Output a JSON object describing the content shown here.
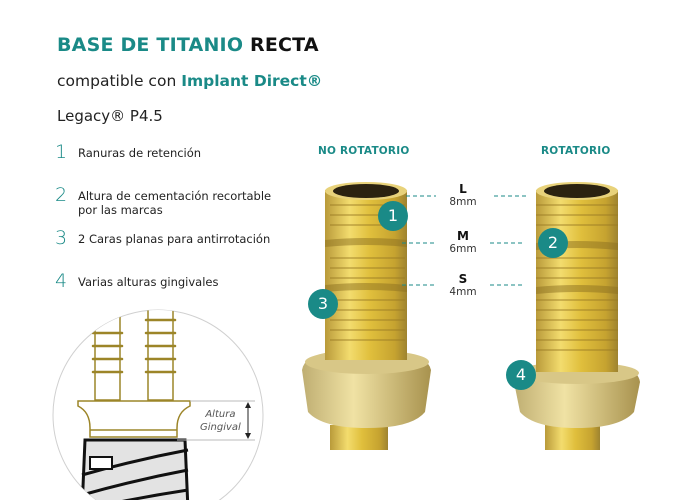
{
  "header": {
    "title_part1": "BASE DE TITANIO",
    "title_part2": "RECTA",
    "subtitle_prefix": "compatible con",
    "subtitle_brand": "Implant Direct®",
    "model": "Legacy® P4.5"
  },
  "features": [
    {
      "number": "1",
      "text": "Ranuras de retención"
    },
    {
      "number": "2",
      "text": "Altura de cementación recortable por las marcas"
    },
    {
      "number": "3",
      "text": "2 Caras planas para antirrotación"
    },
    {
      "number": "4",
      "text": "Varias alturas gingivales"
    }
  ],
  "variants": {
    "non_rotating": "NO ROTATORIO",
    "rotating": "ROTATORIO"
  },
  "heights": [
    {
      "label": "L",
      "value": "8mm"
    },
    {
      "label": "M",
      "value": "6mm"
    },
    {
      "label": "S",
      "value": "4mm"
    }
  ],
  "badges": [
    "1",
    "2",
    "3",
    "4"
  ],
  "diagram": {
    "label_line1": "Altura",
    "label_line2": "Gingival"
  },
  "colors": {
    "accent": "#1a8a87",
    "gold": "#d9b845"
  }
}
